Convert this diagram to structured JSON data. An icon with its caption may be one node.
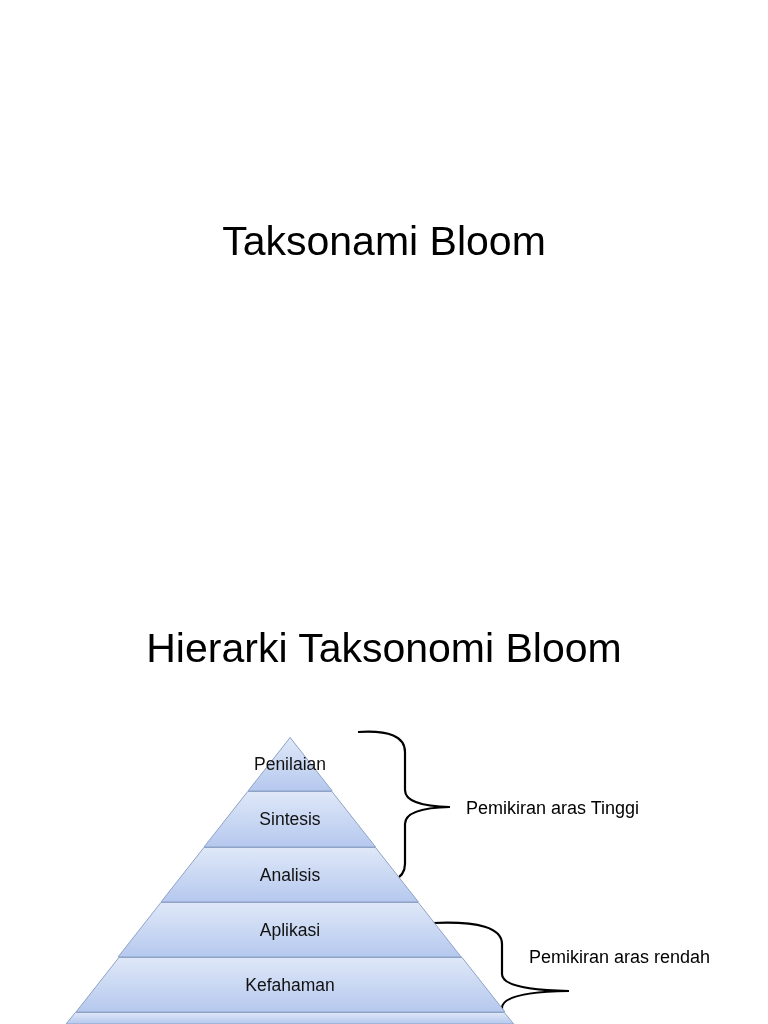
{
  "diagram": {
    "title": "Taksonami Bloom",
    "nodes": [
      {
        "text": [
          "Penilaian"
        ]
      },
      {
        "text": [
          "Sintesis"
        ]
      },
      {
        "text": [
          "Analisis"
        ]
      },
      {
        "text": [
          "Aplikasi"
        ]
      },
      {
        "text": [
          "Kefahaman"
        ]
      },
      {
        "text": [],
        "shape": "bar"
      }
    ],
    "labels": [
      "Hierarki Taksonomi Bloom",
      "Pemikiran aras Tinggi",
      "Pemikiran aras rendah"
    ]
  }
}
